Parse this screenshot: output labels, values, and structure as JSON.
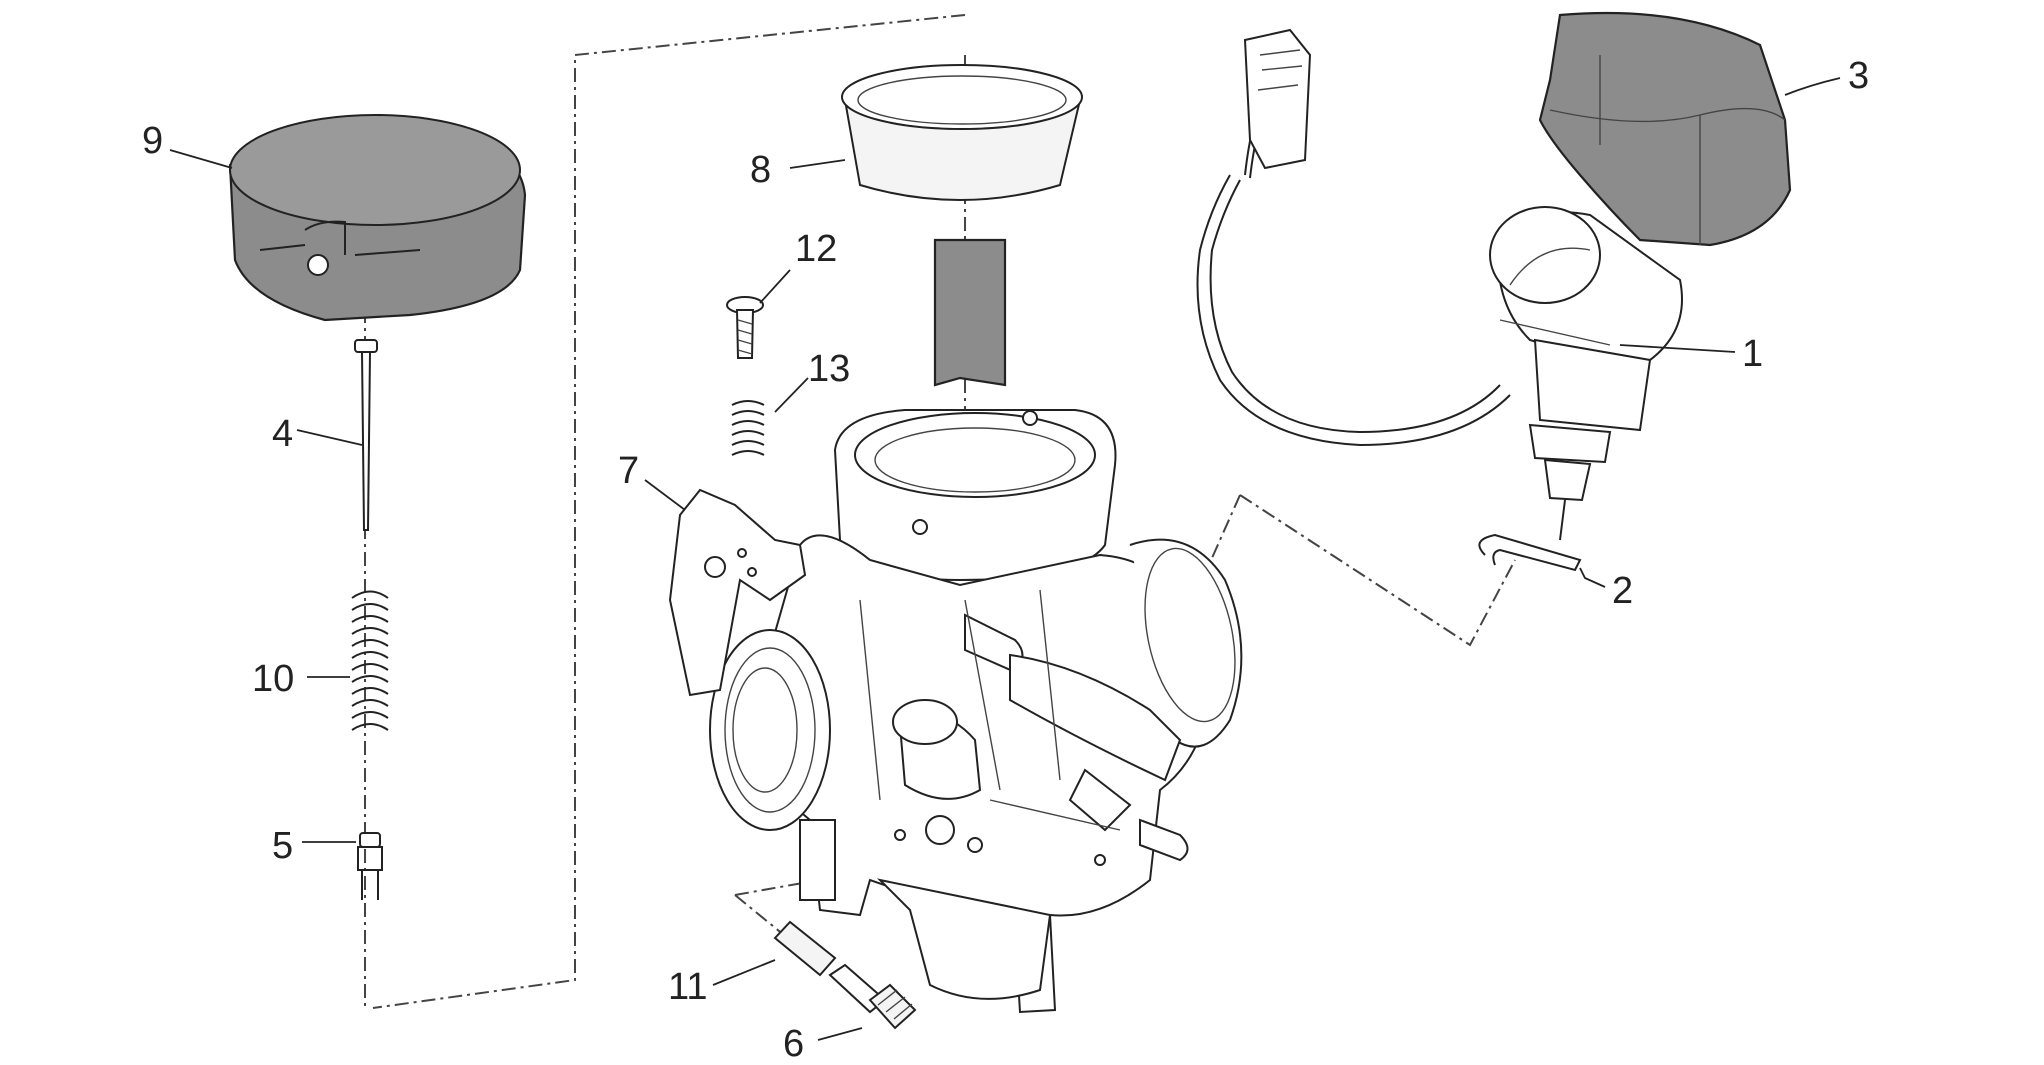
{
  "colors": {
    "line": "#222222",
    "part_fill": "#8c8c8c",
    "background": "#ffffff"
  },
  "callouts": [
    {
      "id": "1",
      "label": "1",
      "part": "choke-actuator"
    },
    {
      "id": "2",
      "label": "2",
      "part": "retaining-clip"
    },
    {
      "id": "3",
      "label": "3",
      "part": "choke-cover"
    },
    {
      "id": "4",
      "label": "4",
      "part": "jet-needle"
    },
    {
      "id": "5",
      "label": "5",
      "part": "needle-clip"
    },
    {
      "id": "6",
      "label": "6",
      "part": "adjusting-screw"
    },
    {
      "id": "7",
      "label": "7",
      "part": "mounting-bracket"
    },
    {
      "id": "8",
      "label": "8",
      "part": "vacuum-diaphragm"
    },
    {
      "id": "9",
      "label": "9",
      "part": "top-cover"
    },
    {
      "id": "10",
      "label": "10",
      "part": "diaphragm-spring"
    },
    {
      "id": "11",
      "label": "11",
      "part": "screw-spring"
    },
    {
      "id": "12",
      "label": "12",
      "part": "screw"
    },
    {
      "id": "13",
      "label": "13",
      "part": "spring"
    }
  ]
}
